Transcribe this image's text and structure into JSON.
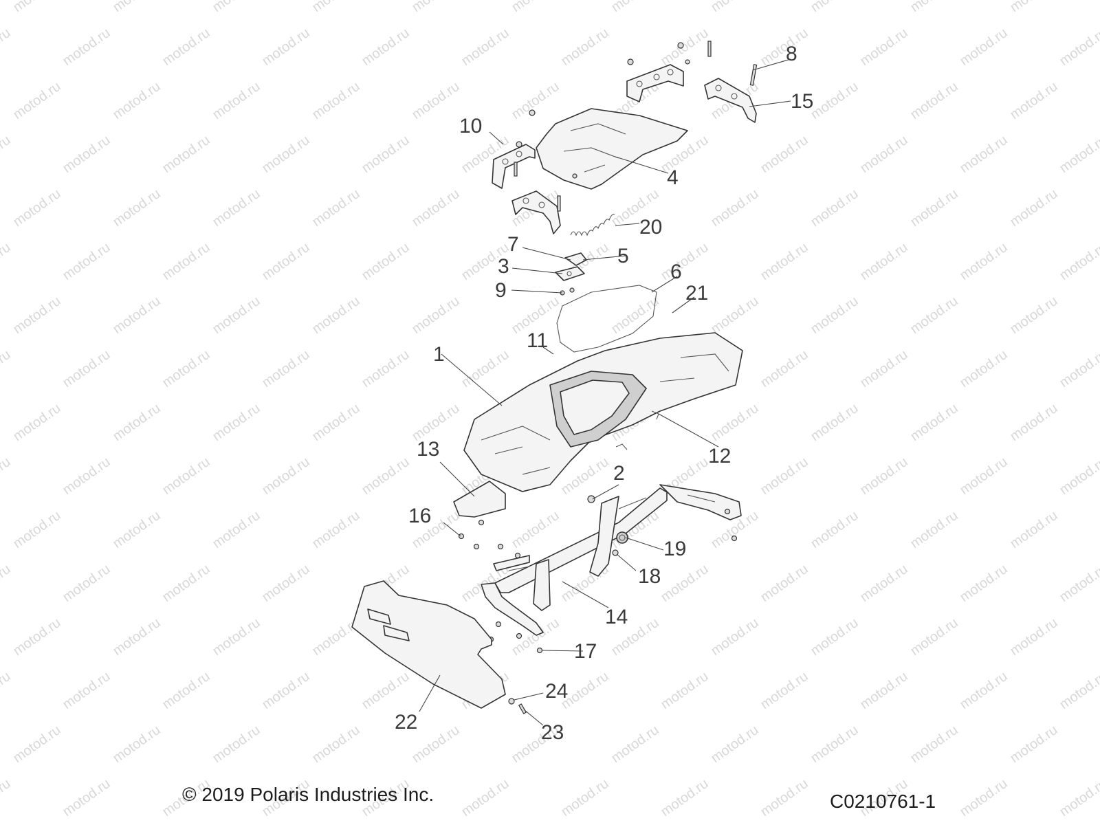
{
  "diagram": {
    "copyright": "© 2019 Polaris Industries Inc.",
    "code": "C0210761-1",
    "watermark": "motod.ru",
    "callouts": [
      "1",
      "2",
      "3",
      "4",
      "5",
      "6",
      "7",
      "8",
      "9",
      "10",
      "11",
      "12",
      "13",
      "14",
      "15",
      "16",
      "17",
      "18",
      "19",
      "20",
      "21",
      "22",
      "23",
      "24"
    ]
  }
}
